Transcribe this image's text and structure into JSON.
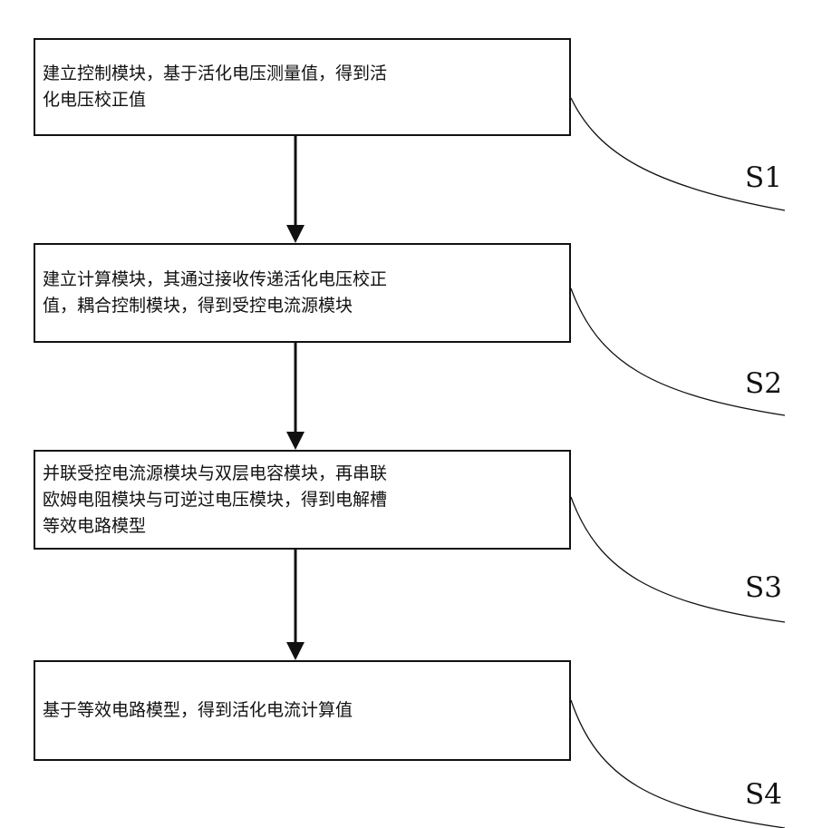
{
  "steps": [
    {
      "label": "S1",
      "text": "建立控制模块，基于活化电压测量值，得到活化电压校正值",
      "lines": [
        "建立控制模块，基于活化电压测量值，得到活",
        "化电压校正值"
      ]
    },
    {
      "label": "S2",
      "text": "建立计算模块，其通过接收传递活化电压校正值，耦合控制模块，得到受控电流源模块",
      "lines": [
        "建立计算模块，其通过接收传递活化电压校正",
        "值，耦合控制模块，得到受控电流源模块"
      ]
    },
    {
      "label": "S3",
      "text": "并联受控电流源模块与双层电容模块，再串联欧姆电阻模块与可逆过电压模块，得到电解槽等效电路模型",
      "lines": [
        "并联受控电流源模块与双层电容模块，再串联",
        "欧姆电阻模块与可逆过电压模块，得到电解槽",
        "等效电路模型"
      ]
    },
    {
      "label": "S4",
      "text": "基于等效电路模型，得到活化电流计算值",
      "lines": [
        "基于等效电路模型，得到活化电流计算值"
      ]
    }
  ]
}
